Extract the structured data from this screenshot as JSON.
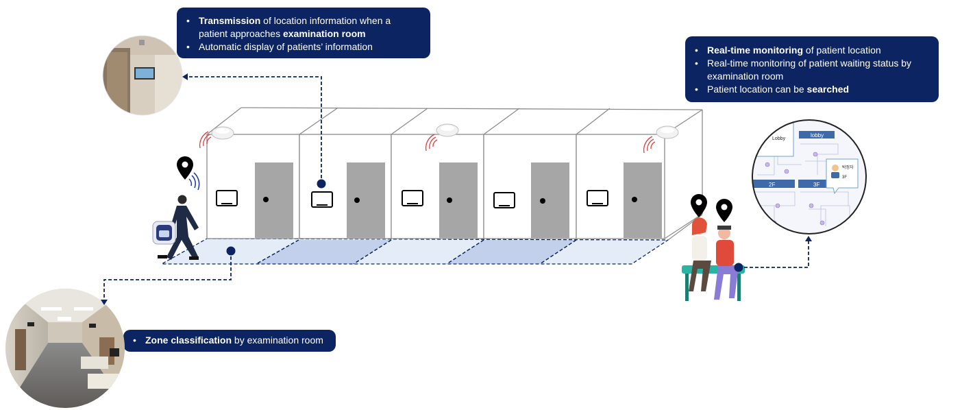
{
  "callouts": {
    "top": {
      "item1": {
        "bold": "Transmission",
        "text1": " of location information when a patient approaches ",
        "bold2": "examination room"
      },
      "item2": "Automatic display of patients’ information"
    },
    "right": {
      "item1": {
        "bold": "Real-time monitoring",
        "text": " of patient location"
      },
      "item2": "Real-time monitoring of patient waiting status by examination room",
      "item3": {
        "text": "Patient location can be ",
        "bold": "searched"
      }
    },
    "bottom": {
      "item1": {
        "bold": "Zone classification",
        "text": " by examination room"
      }
    }
  },
  "monitor_screen": {
    "label_lobby_left": "Lobby",
    "label_lobby": "lobby",
    "label_2f": "2F",
    "label_3f": "3F",
    "patient_name": "박정자",
    "patient_floor": "3F"
  },
  "colors": {
    "callout_bg": "#0c2461",
    "connector": "#0c2461",
    "zone_light": "#e4ecf8",
    "zone_dark": "#c3d0ec",
    "door": "#a6a6a6"
  },
  "icons": [
    "location-pin-icon",
    "wifi-signal-icon",
    "badge-device-icon",
    "sensor-icon",
    "monitor-icon"
  ]
}
